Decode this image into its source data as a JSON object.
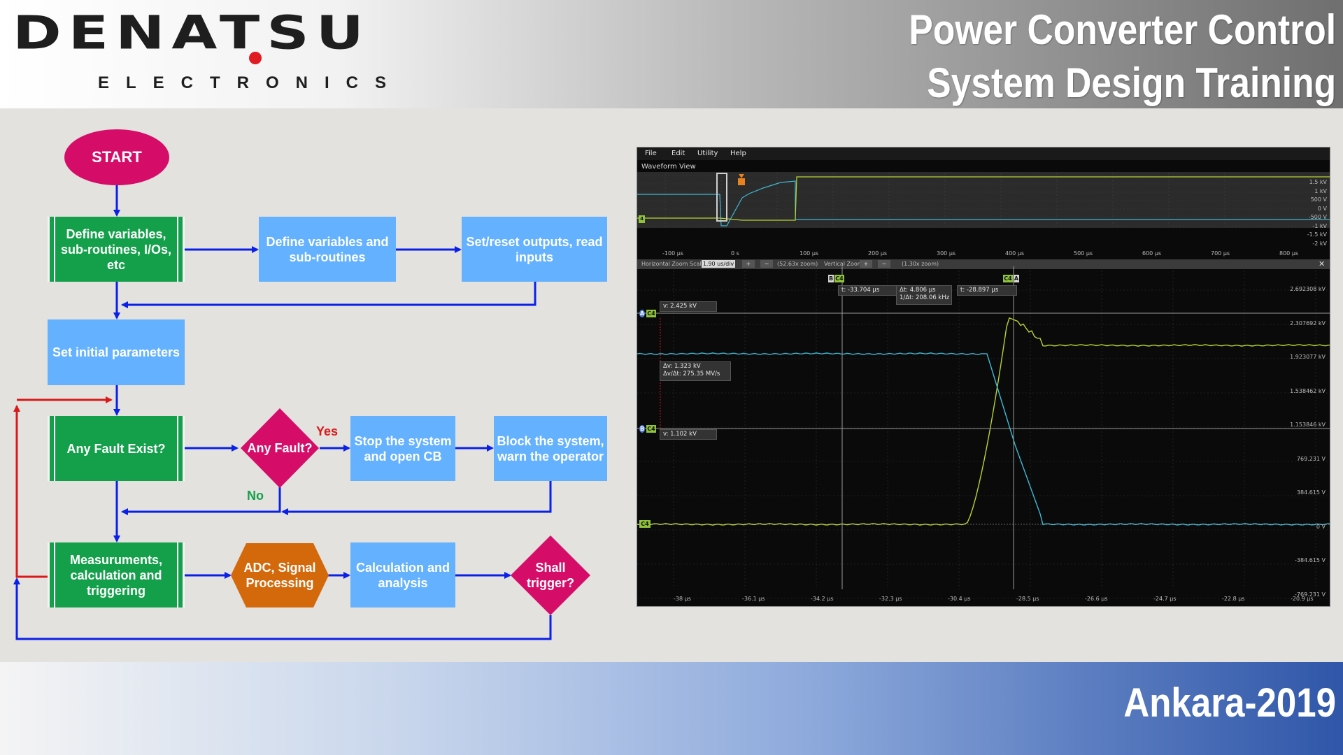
{
  "header": {
    "logo_main": "DENATSU",
    "logo_sub": "ELECTRONICS",
    "title_line1": "Power Converter Control",
    "title_line2": "System Design Training"
  },
  "footer": {
    "label": "Ankara-2019"
  },
  "flowchart": {
    "start": "START",
    "n_define_vars_green": "Define variables, sub-routines, I/Os, etc",
    "n_define_vars_blue": "Define variables and sub-routines",
    "n_set_reset": "Set/reset outputs, read inputs",
    "n_set_initial": "Set initial parameters",
    "n_any_fault_exist": "Any Fault Exist?",
    "n_any_fault": "Any Fault?",
    "n_stop_system": "Stop the system and open CB",
    "n_block_system": "Block the system, warn the operator",
    "n_measurements": "Measuruments, calculation and triggering",
    "n_adc": "ADC, Signal Processing",
    "n_calc_analysis": "Calculation and analysis",
    "n_shall_trigger": "Shall trigger?",
    "label_yes": "Yes",
    "label_no": "No",
    "colors": {
      "green": "#14a04a",
      "blue": "#63b1ff",
      "magenta": "#d50d69",
      "orange": "#d4690b",
      "arrow": "#0a20e8",
      "loop_red": "#d81a1a"
    }
  },
  "oscilloscope": {
    "menu": [
      "File",
      "Edit",
      "Utility",
      "Help"
    ],
    "view_title": "Waveform View",
    "overview_x_ticks": [
      "-100 µs",
      "0 s",
      "100 µs",
      "200 µs",
      "300 µs",
      "400 µs",
      "500 µs",
      "600 µs",
      "700 µs",
      "800 µs"
    ],
    "overview_y_ticks": [
      "1.5 kV",
      "1 kV",
      "500 V",
      "0 V",
      "-500 V",
      "-1 kV",
      "-1.5 kV",
      "-2 kV"
    ],
    "zoom_bar": {
      "h_label": "Horizontal Zoom Scale",
      "h_value": "1.90 us/div",
      "h_zoom": "(52.63x zoom)",
      "v_label": "Vertical Zoom",
      "v_zoom": "(1.30x zoom)"
    },
    "cursor_a_label": "A",
    "cursor_b_label": "B",
    "channel_tag": "C4",
    "readout_t_b": "t: -33.704 µs",
    "readout_dt": "Δt: 4.806 µs",
    "readout_inv_dt": "1/Δt: 208.06 kHz",
    "readout_t_a": "t: -28.897 µs",
    "readout_v_a": "v: 2.425 kV",
    "readout_dv": "Δv: 1.323 kV",
    "readout_dvdt": "Δv/Δt: 275.35 MV/s",
    "readout_v_b": "v: 1.102 kV",
    "main_y_ticks": [
      "2.692308 kV",
      "2.307692 kV",
      "1.923077 kV",
      "1.538462 kV",
      "1.153846 kV",
      "769.231 V",
      "384.615 V",
      "0 V",
      "-384.615 V",
      "-769.231 V"
    ],
    "main_x_ticks": [
      "-38 µs",
      "-36.1 µs",
      "-34.2 µs",
      "-32.3 µs",
      "-30.4 µs",
      "-28.5 µs",
      "-26.6 µs",
      "-24.7 µs",
      "-22.8 µs",
      "-20.9 µs"
    ],
    "trace_colors": {
      "yellow": "#b7d433",
      "cyan": "#3fb9d6"
    }
  }
}
